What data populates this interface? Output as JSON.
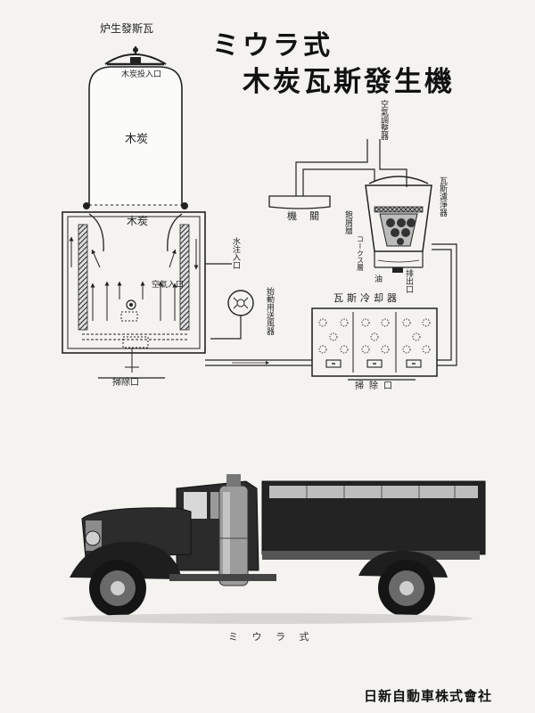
{
  "title": {
    "line1": "ミウラ式",
    "line2": "木炭瓦斯發生機"
  },
  "diagram": {
    "label_generator": "炉生發斯瓦",
    "label_charcoal_inlet": "木炭投入口",
    "label_charcoal_upper": "木炭",
    "label_charcoal_lower": "木炭",
    "label_air_valve": "空氣調整器",
    "label_gas_purifier": "瓦斯濾淨器",
    "label_coke_layer": "コークス層",
    "label_shavings_layer": "鉋屑層",
    "label_oil": "油",
    "label_drain": "排出口",
    "label_engine": "機關",
    "label_water_inlet": "水注入口",
    "label_air_inlet": "空氣入口",
    "label_starter_fan": "始動用送風器",
    "label_gas_cooler": "瓦斯冷却器",
    "label_ash_outlet": "掃除口",
    "label_cleaning_outlet": "掃除口"
  },
  "photo": {
    "caption": "ミ ウ ラ 式"
  },
  "footer": {
    "company": "日新自動車株式會社"
  }
}
